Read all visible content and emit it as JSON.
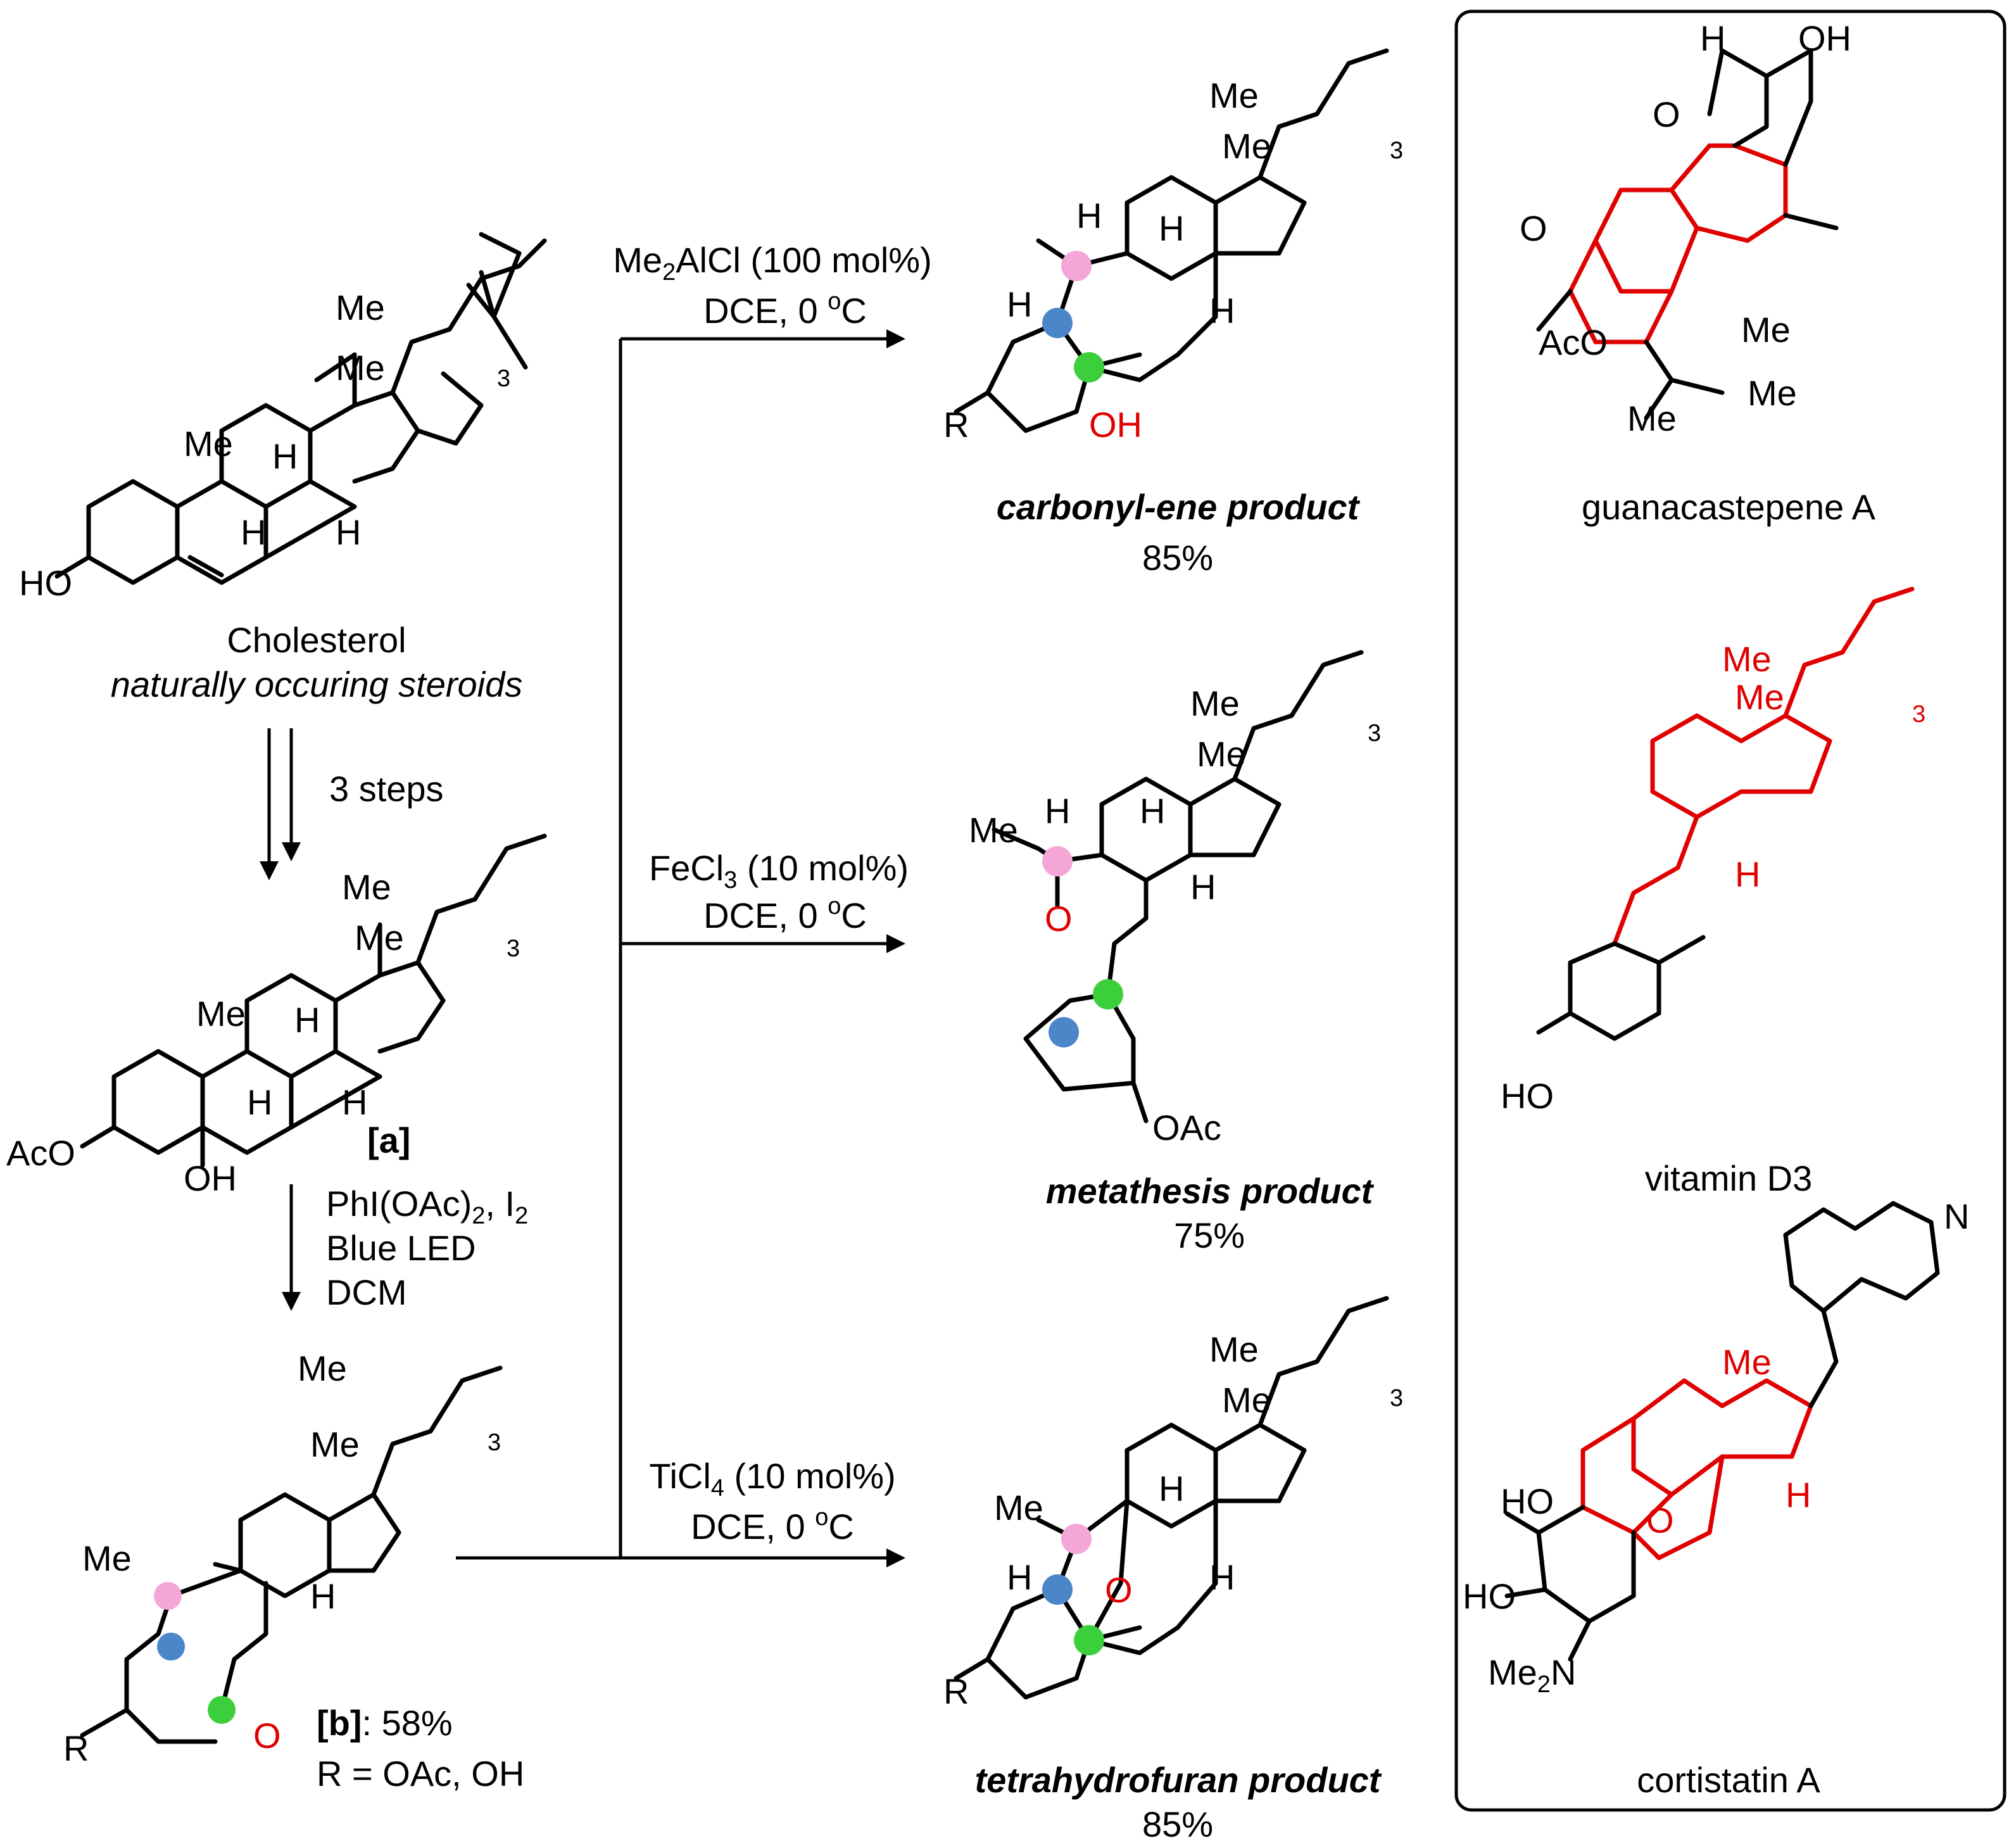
{
  "colors": {
    "pink": "#f4a6d7",
    "blue": "#4a86c8",
    "green": "#3ccf3c",
    "red": "#e00000"
  },
  "start": {
    "name": "Cholesterol",
    "desc": "naturally occuring steroids"
  },
  "step1": {
    "label": "3 steps"
  },
  "intermediate_a": {
    "label": "[a]"
  },
  "step2": {
    "line1": "PhI(OAc)",
    "line1_sub": "2",
    "line1_end": ", I",
    "line1_end_sub": "2",
    "line2": "Blue LED",
    "line3": "DCM"
  },
  "intermediate_b": {
    "label": "[b]",
    "yield": ": 58%",
    "r_def": "R = OAc, OH"
  },
  "branches": [
    {
      "reagent": "Me",
      "reagent_sub": "2",
      "reagent_end": "AlCl (100 mol%)",
      "cond": "DCE, 0 ",
      "cond_sup": "o",
      "cond_end": "C",
      "product": "carbonyl-ene product",
      "yield": "85%"
    },
    {
      "reagent": "FeCl",
      "reagent_sub": "3",
      "reagent_end": " (10 mol%)",
      "cond": "DCE, 0 ",
      "cond_sup": "o",
      "cond_end": "C",
      "product": "metathesis product",
      "yield": "75%"
    },
    {
      "reagent": "TiCl",
      "reagent_sub": "4",
      "reagent_end": " (10 mol%)",
      "cond": "DCE, 0 ",
      "cond_sup": "o",
      "cond_end": "C",
      "product": "tetrahydrofuran product",
      "yield": "85%"
    }
  ],
  "natural_products": [
    "guanacastepene A",
    "vitamin D3",
    "cortistatin A"
  ],
  "atoms": {
    "Me": "Me",
    "H": "H",
    "HO": "HO",
    "OH": "OH",
    "AcO": "AcO",
    "OAc": "OAc",
    "O": "O",
    "R": "R",
    "N": "N",
    "Me2N": "Me",
    "sub2": "2",
    "sub3": "3",
    "N_end": "N"
  }
}
